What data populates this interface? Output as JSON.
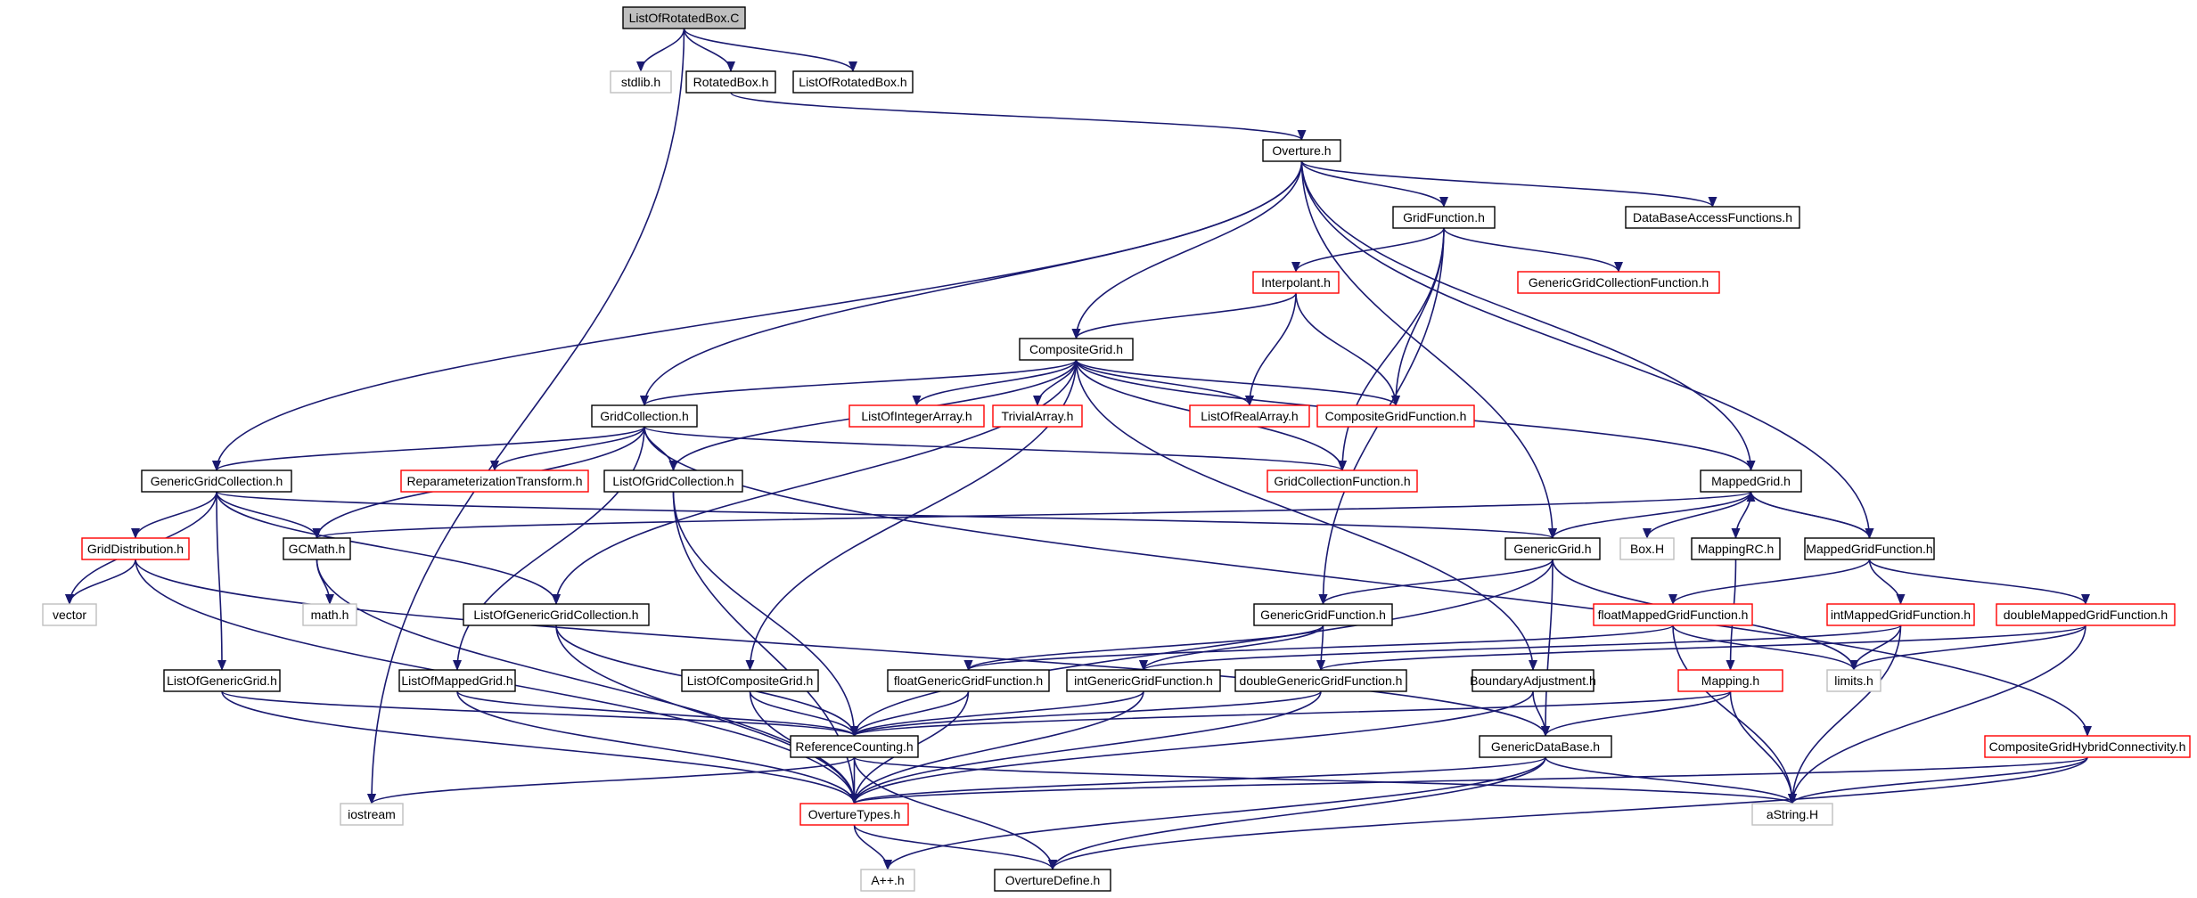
{
  "colors": {
    "edge": "#191970",
    "normal_border": "#000000",
    "missing_border": "#bfbfbf",
    "incomplete_border": "#ff0000",
    "root_fill": "#bfbfbf",
    "fill": "#ffffff"
  },
  "nodes": [
    {
      "id": "root",
      "label": "ListOfRotatedBox.C",
      "style": "root"
    },
    {
      "id": "stdlib",
      "label": "stdlib.h",
      "style": "missing"
    },
    {
      "id": "rotatedbox",
      "label": "RotatedBox.h",
      "style": "normal"
    },
    {
      "id": "listrotated",
      "label": "ListOfRotatedBox.h",
      "style": "normal"
    },
    {
      "id": "overture",
      "label": "Overture.h",
      "style": "normal"
    },
    {
      "id": "gridfunction",
      "label": "GridFunction.h",
      "style": "normal"
    },
    {
      "id": "dbaccess",
      "label": "DataBaseAccessFunctions.h",
      "style": "normal"
    },
    {
      "id": "interpolant",
      "label": "Interpolant.h",
      "style": "incomplete"
    },
    {
      "id": "ggcf",
      "label": "GenericGridCollectionFunction.h",
      "style": "incomplete"
    },
    {
      "id": "compositegrid",
      "label": "CompositeGrid.h",
      "style": "normal"
    },
    {
      "id": "listint",
      "label": "ListOfIntegerArray.h",
      "style": "incomplete"
    },
    {
      "id": "trivial",
      "label": "TrivialArray.h",
      "style": "incomplete"
    },
    {
      "id": "listreal",
      "label": "ListOfRealArray.h",
      "style": "incomplete"
    },
    {
      "id": "cgf",
      "label": "CompositeGridFunction.h",
      "style": "incomplete"
    },
    {
      "id": "gridcollection",
      "label": "GridCollection.h",
      "style": "normal"
    },
    {
      "id": "ggc",
      "label": "GenericGridCollection.h",
      "style": "normal"
    },
    {
      "id": "reparam",
      "label": "ReparameterizationTransform.h",
      "style": "incomplete"
    },
    {
      "id": "listgc",
      "label": "ListOfGridCollection.h",
      "style": "normal"
    },
    {
      "id": "gcf",
      "label": "GridCollectionFunction.h",
      "style": "incomplete"
    },
    {
      "id": "mappedgrid",
      "label": "MappedGrid.h",
      "style": "normal"
    },
    {
      "id": "griddist",
      "label": "GridDistribution.h",
      "style": "incomplete"
    },
    {
      "id": "gcmath",
      "label": "GCMath.h",
      "style": "normal"
    },
    {
      "id": "genericgrid",
      "label": "GenericGrid.h",
      "style": "normal"
    },
    {
      "id": "boxh",
      "label": "Box.H",
      "style": "missing"
    },
    {
      "id": "mappingrc",
      "label": "MappingRC.h",
      "style": "normal"
    },
    {
      "id": "mgf",
      "label": "MappedGridFunction.h",
      "style": "normal"
    },
    {
      "id": "vector",
      "label": "vector",
      "style": "missing"
    },
    {
      "id": "math",
      "label": "math.h",
      "style": "missing"
    },
    {
      "id": "listggc",
      "label": "ListOfGenericGridCollection.h",
      "style": "normal"
    },
    {
      "id": "ggf",
      "label": "GenericGridFunction.h",
      "style": "normal"
    },
    {
      "id": "floatmgf",
      "label": "floatMappedGridFunction.h",
      "style": "incomplete"
    },
    {
      "id": "intmgf",
      "label": "intMappedGridFunction.h",
      "style": "incomplete"
    },
    {
      "id": "doublemgf",
      "label": "doubleMappedGridFunction.h",
      "style": "incomplete"
    },
    {
      "id": "limits",
      "label": "limits.h",
      "style": "missing"
    },
    {
      "id": "listgg",
      "label": "ListOfGenericGrid.h",
      "style": "normal"
    },
    {
      "id": "listmg",
      "label": "ListOfMappedGrid.h",
      "style": "normal"
    },
    {
      "id": "listcg",
      "label": "ListOfCompositeGrid.h",
      "style": "normal"
    },
    {
      "id": "floatggf",
      "label": "floatGenericGridFunction.h",
      "style": "normal"
    },
    {
      "id": "intggf",
      "label": "intGenericGridFunction.h",
      "style": "normal"
    },
    {
      "id": "doubleggf",
      "label": "doubleGenericGridFunction.h",
      "style": "normal"
    },
    {
      "id": "boundary",
      "label": "BoundaryAdjustment.h",
      "style": "normal"
    },
    {
      "id": "mapping",
      "label": "Mapping.h",
      "style": "incomplete"
    },
    {
      "id": "refcount",
      "label": "ReferenceCounting.h",
      "style": "normal"
    },
    {
      "id": "gdb",
      "label": "GenericDataBase.h",
      "style": "normal"
    },
    {
      "id": "cghc",
      "label": "CompositeGridHybridConnectivity.h",
      "style": "incomplete"
    },
    {
      "id": "iostream",
      "label": "iostream",
      "style": "missing"
    },
    {
      "id": "otypes",
      "label": "OvertureTypes.h",
      "style": "incomplete"
    },
    {
      "id": "astring",
      "label": "aString.H",
      "style": "missing"
    },
    {
      "id": "app",
      "label": "A++.h",
      "style": "missing"
    },
    {
      "id": "odefine",
      "label": "OvertureDefine.h",
      "style": "normal"
    }
  ],
  "edges": [
    [
      "root",
      "stdlib"
    ],
    [
      "root",
      "rotatedbox"
    ],
    [
      "root",
      "listrotated"
    ],
    [
      "root",
      "iostream"
    ],
    [
      "rotatedbox",
      "overture"
    ],
    [
      "overture",
      "gridfunction"
    ],
    [
      "overture",
      "dbaccess"
    ],
    [
      "overture",
      "compositegrid"
    ],
    [
      "overture",
      "gridcollection"
    ],
    [
      "overture",
      "ggc"
    ],
    [
      "overture",
      "mappedgrid"
    ],
    [
      "overture",
      "genericgrid"
    ],
    [
      "overture",
      "mgf"
    ],
    [
      "gridfunction",
      "interpolant"
    ],
    [
      "gridfunction",
      "ggcf"
    ],
    [
      "gridfunction",
      "cgf"
    ],
    [
      "gridfunction",
      "gcf"
    ],
    [
      "gridfunction",
      "ggf"
    ],
    [
      "interpolant",
      "compositegrid"
    ],
    [
      "interpolant",
      "listreal"
    ],
    [
      "interpolant",
      "cgf"
    ],
    [
      "compositegrid",
      "listint"
    ],
    [
      "compositegrid",
      "trivial"
    ],
    [
      "compositegrid",
      "listreal"
    ],
    [
      "compositegrid",
      "cgf"
    ],
    [
      "compositegrid",
      "gridcollection"
    ],
    [
      "compositegrid",
      "listgc"
    ],
    [
      "compositegrid",
      "listggc"
    ],
    [
      "compositegrid",
      "listcg"
    ],
    [
      "compositegrid",
      "boundary"
    ],
    [
      "compositegrid",
      "mappedgrid"
    ],
    [
      "compositegrid",
      "gcf"
    ],
    [
      "gridcollection",
      "ggc"
    ],
    [
      "gridcollection",
      "reparam"
    ],
    [
      "gridcollection",
      "listgc"
    ],
    [
      "gridcollection",
      "gcf"
    ],
    [
      "gridcollection",
      "gcmath"
    ],
    [
      "gridcollection",
      "listmg"
    ],
    [
      "gridcollection",
      "cghc"
    ],
    [
      "ggc",
      "griddist"
    ],
    [
      "ggc",
      "gcmath"
    ],
    [
      "ggc",
      "vector"
    ],
    [
      "ggc",
      "listgg"
    ],
    [
      "ggc",
      "listggc"
    ],
    [
      "ggc",
      "genericgrid"
    ],
    [
      "griddist",
      "vector"
    ],
    [
      "griddist",
      "otypes"
    ],
    [
      "griddist",
      "gdb"
    ],
    [
      "gcmath",
      "math"
    ],
    [
      "gcmath",
      "otypes"
    ],
    [
      "listgc",
      "refcount"
    ],
    [
      "listgc",
      "otypes"
    ],
    [
      "mappedgrid",
      "genericgrid"
    ],
    [
      "mappedgrid",
      "boxh"
    ],
    [
      "mappedgrid",
      "mappingrc"
    ],
    [
      "mappedgrid",
      "mgf"
    ],
    [
      "mappedgrid",
      "gcmath"
    ],
    [
      "mgf",
      "mappedgrid"
    ],
    [
      "mgf",
      "floatmgf"
    ],
    [
      "mgf",
      "intmgf"
    ],
    [
      "mgf",
      "doublemgf"
    ],
    [
      "genericgrid",
      "ggf"
    ],
    [
      "genericgrid",
      "refcount"
    ],
    [
      "genericgrid",
      "gdb"
    ],
    [
      "genericgrid",
      "limits"
    ],
    [
      "mappingrc",
      "mapping"
    ],
    [
      "ggf",
      "floatggf"
    ],
    [
      "ggf",
      "intggf"
    ],
    [
      "ggf",
      "doubleggf"
    ],
    [
      "floatmgf",
      "floatggf"
    ],
    [
      "floatmgf",
      "limits"
    ],
    [
      "floatmgf",
      "astring"
    ],
    [
      "intmgf",
      "intggf"
    ],
    [
      "intmgf",
      "limits"
    ],
    [
      "intmgf",
      "astring"
    ],
    [
      "doublemgf",
      "doubleggf"
    ],
    [
      "doublemgf",
      "limits"
    ],
    [
      "doublemgf",
      "astring"
    ],
    [
      "listggc",
      "refcount"
    ],
    [
      "listggc",
      "otypes"
    ],
    [
      "listgg",
      "refcount"
    ],
    [
      "listgg",
      "otypes"
    ],
    [
      "listmg",
      "refcount"
    ],
    [
      "listmg",
      "otypes"
    ],
    [
      "listcg",
      "refcount"
    ],
    [
      "listcg",
      "otypes"
    ],
    [
      "floatggf",
      "refcount"
    ],
    [
      "floatggf",
      "otypes"
    ],
    [
      "intggf",
      "refcount"
    ],
    [
      "intggf",
      "otypes"
    ],
    [
      "doubleggf",
      "refcount"
    ],
    [
      "doubleggf",
      "otypes"
    ],
    [
      "boundary",
      "gdb"
    ],
    [
      "boundary",
      "otypes"
    ],
    [
      "mapping",
      "refcount"
    ],
    [
      "mapping",
      "gdb"
    ],
    [
      "mapping",
      "astring"
    ],
    [
      "refcount",
      "otypes"
    ],
    [
      "refcount",
      "iostream"
    ],
    [
      "refcount",
      "astring"
    ],
    [
      "refcount",
      "odefine"
    ],
    [
      "gdb",
      "otypes"
    ],
    [
      "gdb",
      "astring"
    ],
    [
      "gdb",
      "app"
    ],
    [
      "gdb",
      "odefine"
    ],
    [
      "cghc",
      "otypes"
    ],
    [
      "cghc",
      "astring"
    ],
    [
      "cghc",
      "odefine"
    ],
    [
      "otypes",
      "app"
    ],
    [
      "otypes",
      "odefine"
    ]
  ]
}
